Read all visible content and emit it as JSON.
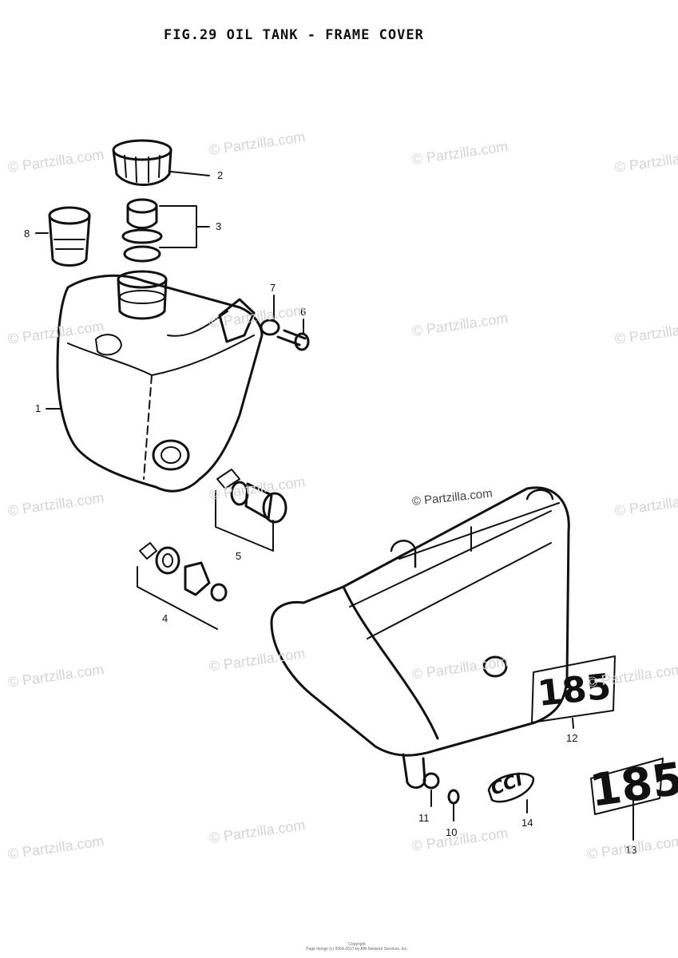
{
  "figure": {
    "title": "FIG.29  OIL TANK - FRAME COVER"
  },
  "callouts": [
    {
      "label": "1"
    },
    {
      "label": "2"
    },
    {
      "label": "3"
    },
    {
      "label": "4"
    },
    {
      "label": "5"
    },
    {
      "label": "6"
    },
    {
      "label": "7"
    },
    {
      "label": "8"
    },
    {
      "label": "10"
    },
    {
      "label": "11"
    },
    {
      "label": "12"
    },
    {
      "label": "13"
    },
    {
      "label": "14"
    }
  ],
  "emblems": {
    "emblem_12": "185",
    "emblem_13": "185",
    "emblem_14": "CCI"
  },
  "watermark": {
    "text": "© Partzilla.com"
  },
  "footer": {
    "line1": "Copyright",
    "line2": "Page design (c) 2004-2017 by ARI Network Services, Inc."
  },
  "colors": {
    "ink": "#111111",
    "watermark": "#d4d4d4",
    "paper": "#ffffff"
  }
}
